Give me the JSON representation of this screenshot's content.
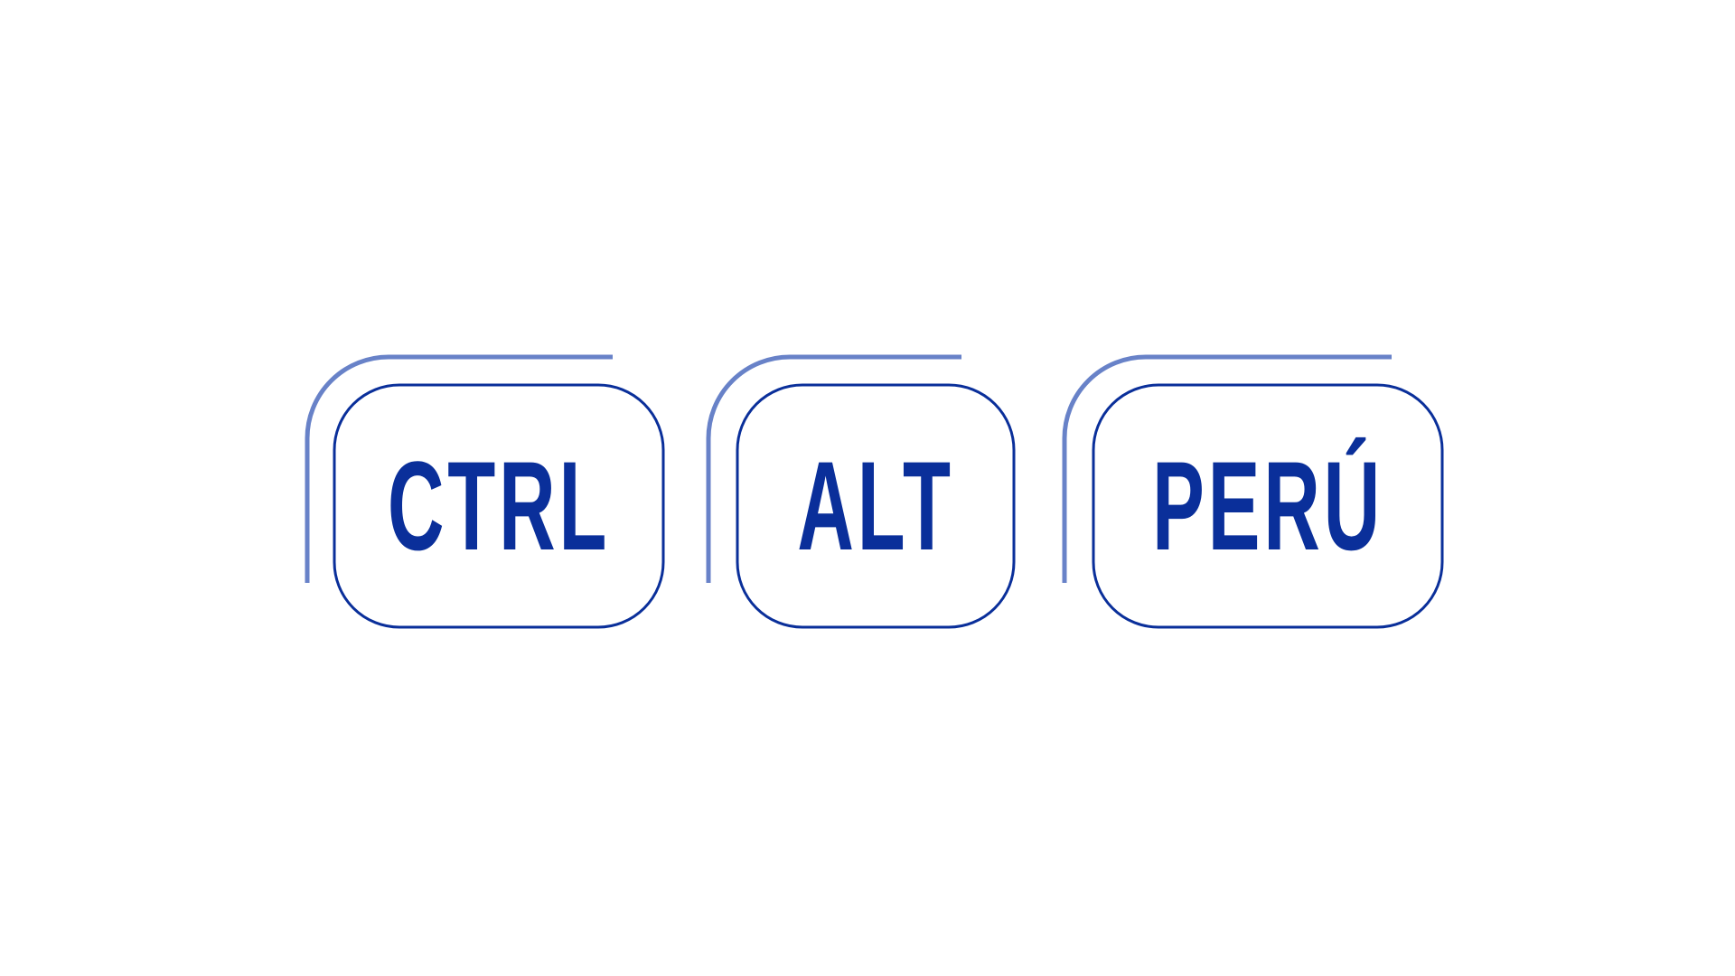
{
  "keys": [
    {
      "id": "ctrl",
      "label": "CTRL"
    },
    {
      "id": "alt",
      "label": "ALT"
    },
    {
      "id": "peru",
      "label": "PERÚ"
    }
  ],
  "colors": {
    "background": "#ffffff",
    "key_outline": "#0a2f9a",
    "key_shadow_outline": "#6882c8",
    "label_text": "#0a2f9a"
  }
}
